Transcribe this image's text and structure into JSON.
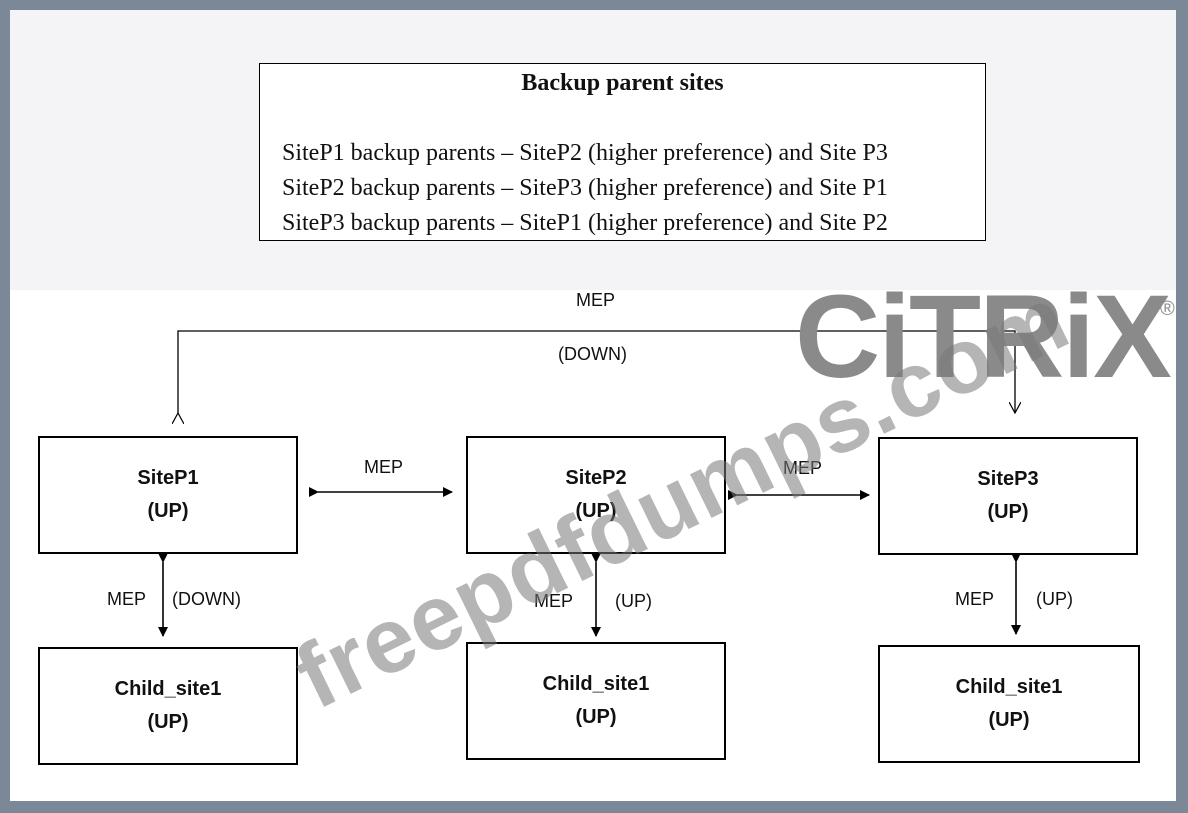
{
  "legend": {
    "title": "Backup parent sites",
    "lines": [
      "SiteP1 backup parents – SiteP2 (higher preference) and Site P3",
      "SiteP2 backup parents – SiteP3 (higher preference) and Site P1",
      "SiteP3 backup parents – SiteP1 (higher preference) and Site P2"
    ]
  },
  "top_link": {
    "label": "MEP",
    "status": "(DOWN)"
  },
  "parents": [
    {
      "name": "SiteP1",
      "status": "(UP)"
    },
    {
      "name": "SiteP2",
      "status": "(UP)"
    },
    {
      "name": "SiteP3",
      "status": "(UP)"
    }
  ],
  "children": [
    {
      "name": "Child_site1",
      "status": "(UP)"
    },
    {
      "name": "Child_site1",
      "status": "(UP)"
    },
    {
      "name": "Child_site1",
      "status": "(UP)"
    }
  ],
  "peer_links": [
    {
      "label": "MEP"
    },
    {
      "label": "MEP"
    }
  ],
  "child_links": [
    {
      "label": "MEP",
      "status": "(DOWN)"
    },
    {
      "label": "MEP",
      "status": "(UP)"
    },
    {
      "label": "MEP",
      "status": "(UP)"
    }
  ],
  "watermark": "freepdfdumps.com",
  "logo": {
    "text": "CiTRiX",
    "mark": "®"
  },
  "colors": {
    "frame": "#7a8898",
    "watermark": "#808080",
    "line": "#000000"
  }
}
